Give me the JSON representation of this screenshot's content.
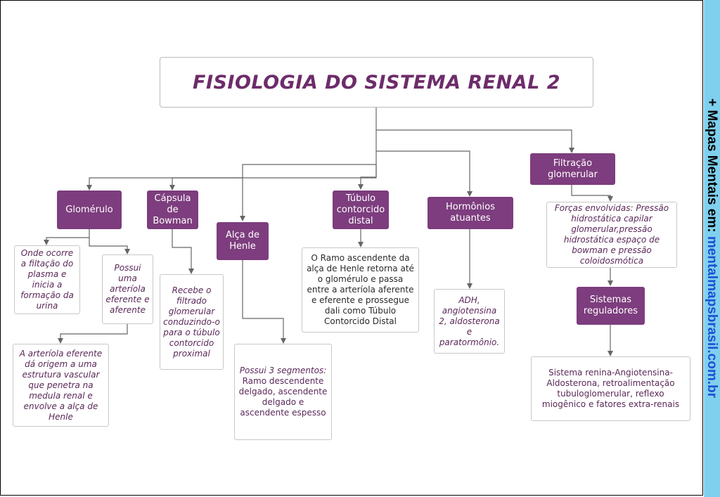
{
  "title": "FISIOLOGIA DO SISTEMA RENAL 2",
  "sidebar": {
    "prefix": "+ Mapas Mentais em: ",
    "url": "mentalmapsbrasil.com.br"
  },
  "nodes": {
    "glomerulo": "Glomérulo",
    "capsula": "Cápsula de Bowman",
    "alca": "Alça de Henle",
    "tubulo": "Túbulo contorcido distal",
    "hormonios": "Hormônios atuantes",
    "filtracao": "Filtração glomerular",
    "sistemas": "Sistemas reguladores"
  },
  "notes": {
    "glomerulo_onde": "Onde ocorre a filtação do plasma e inicia a formação da urina",
    "glomerulo_possui": "Possui uma arteríola eferente e aferente",
    "glomerulo_arteriola": "A arteríola eferente dá origem a uma estrutura vascular que penetra na medula renal e envolve a alça de Henle",
    "capsula_recebe": "Recebe o filtrado glomerular conduzindo-o para o túbulo contorcido proximal",
    "alca_segmentos_em": "Possui 3 segmentos:",
    "alca_segmentos": " Ramo descendente delgado, ascendente delgado e ascendente espesso",
    "tubulo_ramo": "O Ramo ascendente da alça de Henle retorna até o glomérulo e passa entre a arteríola aferente e eferente e prossegue dali como Túbulo Contorcido Distal",
    "hormonios_lista": "ADH, angiotensina 2, aldosterona e paratormônio.",
    "filtracao_forcas": "Forças envolvidas: Pressão hidrostática capilar glomerular,pressão hidrostática espaço de bowman e pressão coloidosmótica",
    "sistemas_lista": "Sistema renina-Angiotensina-Aldosterona, retroalimentação tubuloglomerular, reflexo miogênico e fatores extra-renais"
  },
  "colors": {
    "node_fill": "#7d3d7e",
    "title_text": "#6d2c6a",
    "connector": "#666666",
    "sidebar": "#7fd0ef",
    "sidebar_link": "#1f4fd1"
  }
}
